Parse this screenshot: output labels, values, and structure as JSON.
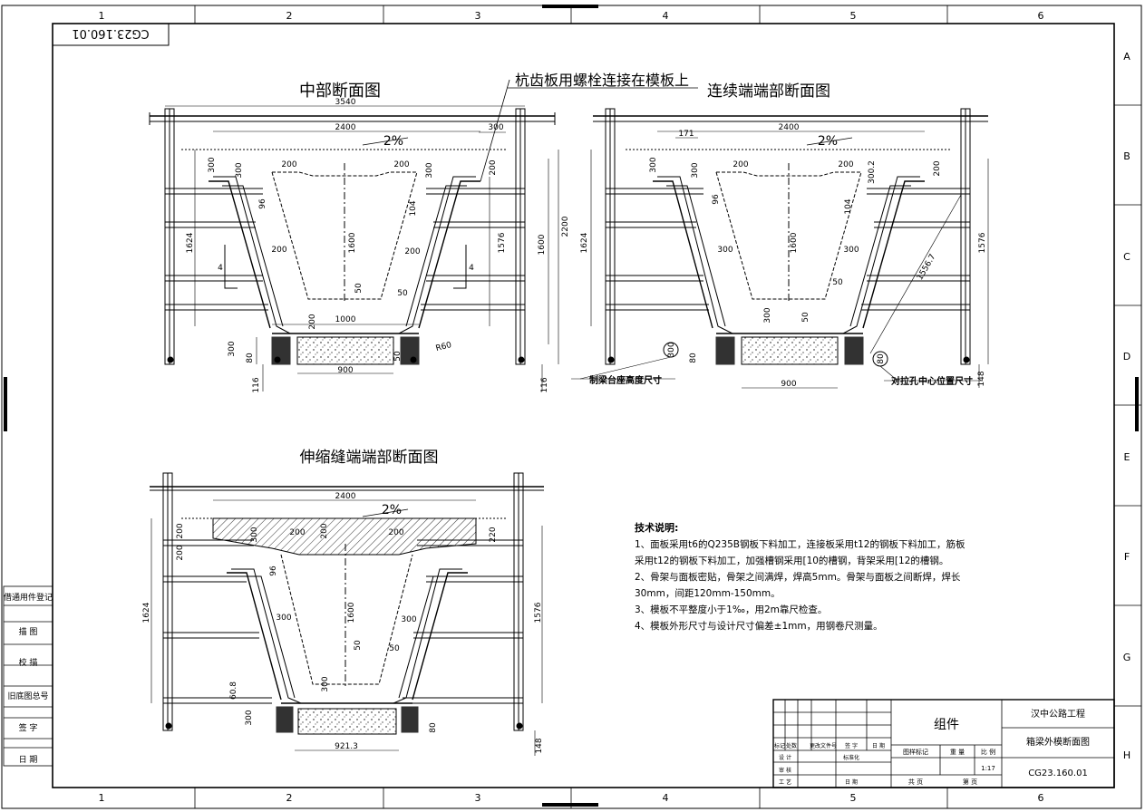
{
  "drawing_no_top": "CG23.160.01",
  "columns": [
    "1",
    "2",
    "3",
    "4",
    "5",
    "6"
  ],
  "rows": [
    "A",
    "B",
    "C",
    "D",
    "E",
    "F",
    "G",
    "H"
  ],
  "views": {
    "mid": {
      "title": "中部断面图",
      "dims": {
        "total_width": "3540",
        "deck_width": "2400",
        "cant": "300",
        "slope": "2%",
        "h1": "200",
        "h2": "300",
        "h3": "200",
        "h4": "300",
        "h5": "200",
        "web": "96",
        "web2": "104",
        "height_total": "2200",
        "height_1624": "1624",
        "height_1600": "1600",
        "height_1576": "1576",
        "inner_1600": "1600",
        "haunch1": "200",
        "haunch2": "200",
        "v50": "50",
        "v50b": "50",
        "b200": "200",
        "b1000": "1000",
        "bottom_900": "900",
        "b300": "300",
        "b80": "80",
        "b116l": "116",
        "b116r": "116",
        "b50": "50",
        "r60": "R60",
        "bevel4": "4",
        "bevel4b": "4"
      }
    },
    "cont": {
      "title": "连续端端部断面图",
      "dims": {
        "deck_width": "2400",
        "w171": "171",
        "w300": "300",
        "h300": "300",
        "h200": "200",
        "h200b": "200",
        "h300b": "300.2",
        "h200c": "200",
        "web": "96",
        "web2": "104",
        "h1624": "1624",
        "h1600": "1600",
        "h1576": "1576",
        "w300b": "300",
        "w300c": "300",
        "v50": "50",
        "h300c": "300",
        "v50b": "50",
        "d1556": "1556.7",
        "slope": "2%",
        "b300": "300",
        "b80": "80",
        "b80b": "80",
        "b900": "900",
        "b148": "148",
        "circle300": "300",
        "circle80": "80"
      }
    },
    "exp": {
      "title": "伸缩缝端端部断面图",
      "dims": {
        "deck_width": "2400",
        "slope": "2%",
        "h200": "200",
        "h200b": "200",
        "h220": "220",
        "h200c": "200",
        "h300": "300",
        "h200d": "200",
        "web": "96",
        "h1624": "1624",
        "h1600": "1600",
        "h1576": "1576",
        "w300": "300",
        "w300b": "300",
        "v50": "50",
        "v50b": "50",
        "h300b": "300",
        "h600": "60.8",
        "b300": "300",
        "b80": "80",
        "b921": "921.3",
        "b148": "148",
        "h200e": "200"
      }
    }
  },
  "annotations": {
    "bolt_note": "杭齿板用螺栓连接在模板上",
    "pedestal_note": "制梁台座高度尺寸",
    "hole_note": "对拉孔中心位置尺寸"
  },
  "notes": {
    "title": "技术说明:",
    "lines": [
      "1、面板采用t6的Q235B钢板下料加工，连接板采用t12的钢板下料加工，筋板",
      "采用t12的钢板下料加工，加强槽钢采用[10的槽钢，背架采用[12的槽钢。",
      "2、骨架与面板密贴，骨架之间满焊，焊高5mm。骨架与面板之间断焊，焊长",
      "30mm，间距120mm-150mm。",
      "3、模板不平整度小于1‰，用2m靠尺检查。",
      "4、模板外形尺寸与设计尺寸偏差±1mm，用钢卷尺测量。"
    ]
  },
  "left_block": [
    "借通用件登记",
    "描 图",
    "校 描",
    "旧底图总号",
    "签 字",
    "日 期"
  ],
  "title_block": {
    "project": "汉中公路工程",
    "part": "组件",
    "drawing_name": "箱梁外模断面图",
    "drawing_no": "CG23.160.01",
    "scale_label": "比 例",
    "scale": "1:17",
    "weight_label": "重 量",
    "stage_label": "图样标记",
    "sheet_total": "共  页",
    "sheet_no": "第  页",
    "rev_headers": [
      "标记",
      "处数",
      "更改文件号",
      "签 字",
      "日 期"
    ],
    "design": "设 计",
    "std": "标准化",
    "check": "审 核",
    "process": "工 艺",
    "date": "日 期"
  }
}
